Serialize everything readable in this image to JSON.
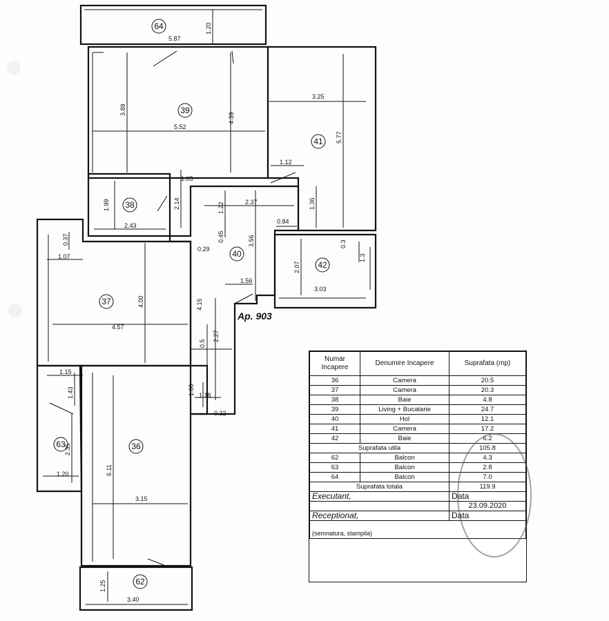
{
  "apartment_label": "Ap. 903",
  "rooms": {
    "r36": "36",
    "r37": "37",
    "r38": "38",
    "r39": "39",
    "r40": "40",
    "r41": "41",
    "r42": "42",
    "r62": "62",
    "r63": "63",
    "r64": "64"
  },
  "dimensions": {
    "d64w": "5.87",
    "d64h": "1.20",
    "d39w": "5.52",
    "d39h": "3.89",
    "d39h2": "4.39",
    "d41w": "3.25",
    "d41h": "5.77",
    "d41a": "1.12",
    "d41b": "1.36",
    "d38w": "2.43",
    "d38h": "1.99",
    "d38a": "1.05",
    "d38b": "2.14",
    "d40a": "2.37",
    "d40b": "1.22",
    "d40c": "0.45",
    "d40d": "0.29",
    "d40e": "3.56",
    "d40f": "1.56",
    "d40g": "0.84",
    "d42w": "3.03",
    "d42h": "2.07",
    "d42a": "0.3",
    "d42b": "1.3",
    "d37w": "4.57",
    "d37h": "4.00",
    "d37a": "1.07",
    "d37b": "0.37",
    "dc1": "4.15",
    "dc2": "2.27",
    "dc3": "0.5",
    "d36w": "3.15",
    "d36h": "6.11",
    "d36a": "1.15",
    "d36b": "1.43",
    "d36c": "1.00",
    "d36d": "1.18",
    "d36e": "0.32",
    "d63w": "1.20",
    "d63h": "2.35",
    "d62w": "3.40",
    "d62h": "1.25"
  },
  "legend": {
    "header": {
      "col1": "Numar Incapere",
      "col2": "Denumire Incapere",
      "col3": "Suprafata (mp)"
    },
    "rows": [
      {
        "no": "36",
        "name": "Camera",
        "area": "20.5"
      },
      {
        "no": "37",
        "name": "Camera",
        "area": "20.3"
      },
      {
        "no": "38",
        "name": "Baie",
        "area": "4.8"
      },
      {
        "no": "39",
        "name": "Living + Bucatarie",
        "area": "24.7"
      },
      {
        "no": "40",
        "name": "Hol",
        "area": "12.1"
      },
      {
        "no": "41",
        "name": "Camera",
        "area": "17.2"
      },
      {
        "no": "42",
        "name": "Baie",
        "area": "6.2"
      }
    ],
    "useful_label": "Suprafata utila",
    "useful_value": "105.8",
    "balconies": [
      {
        "no": "62",
        "name": "Balcon",
        "area": "4.3"
      },
      {
        "no": "63",
        "name": "Balcon",
        "area": "2.8"
      },
      {
        "no": "64",
        "name": "Balcon",
        "area": "7.0"
      }
    ],
    "total_label": "Suprafata totala",
    "total_value": "119.9",
    "executant_label": "Executant,",
    "data_label": "Data",
    "data_value": "23.09.2020",
    "receptionat_label": "Receptionat,",
    "data_label2": "Data",
    "signature_note": "(semnatura, stampila)"
  }
}
